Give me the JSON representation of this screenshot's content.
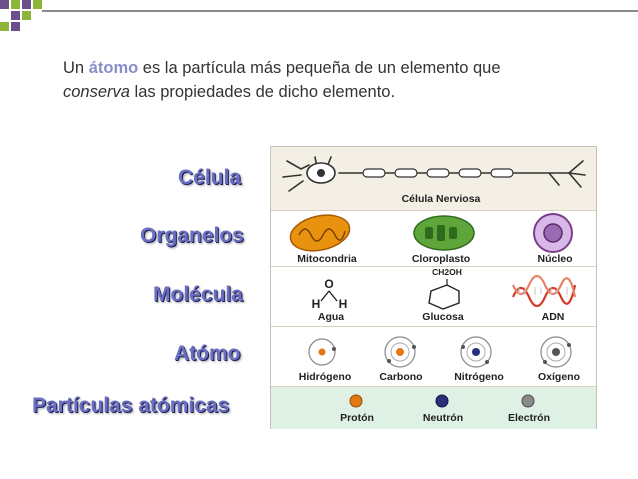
{
  "intro": {
    "part1": "Un ",
    "highlight": "átomo",
    "part2": " es la partícula más pequeña de un elemento que",
    "italic": "conserva",
    "part3": " las propiedades de dicho elemento."
  },
  "levels": {
    "celula": "Célula",
    "organelos": "Organelos",
    "molecula": "Molécula",
    "atomo": "Atómo",
    "particulas": "Partículas atómicas"
  },
  "panel": {
    "celula": {
      "caption": "Célula Nerviosa"
    },
    "organelos": [
      "Mitocondria",
      "Cloroplasto",
      "Núcleo"
    ],
    "molecula": {
      "items": [
        "Agua",
        "Glucosa",
        "ADN"
      ],
      "water_o": "O",
      "water_h": "H",
      "glucose_group": "CH2OH"
    },
    "atomos": [
      "Hidrógeno",
      "Carbono",
      "Nitrógeno",
      "Oxígeno"
    ],
    "particulas": [
      "Protón",
      "Neutrón",
      "Electrón"
    ]
  },
  "colors": {
    "label": "#6a6fc2",
    "highlight": "#8b8dc9",
    "corner_purple": "#6b4f8a",
    "corner_green": "#8db53a",
    "band_cell": "#f4efe4",
    "band_particles": "#dff0e4",
    "proton": "#e07a10",
    "neutron": "#2b2f7a",
    "electron": "#7a7a7a"
  }
}
